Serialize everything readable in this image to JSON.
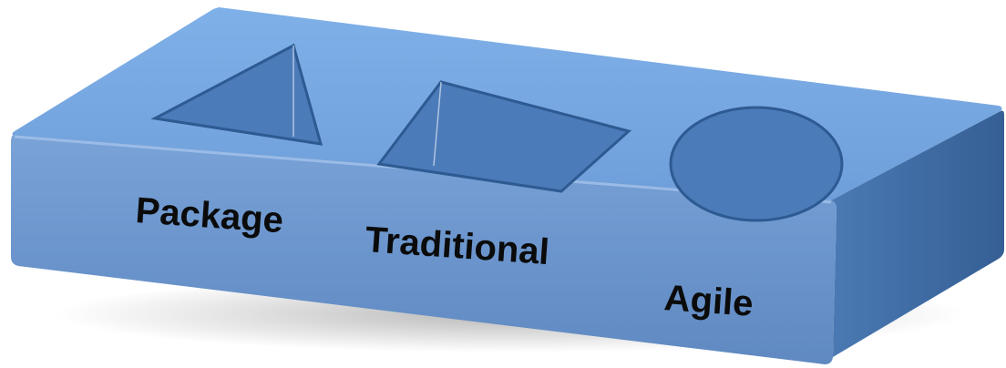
{
  "diagram": {
    "labels": {
      "package": "Package",
      "traditional": "Traditional",
      "agile": "Agile"
    },
    "shapes": [
      "triangle-cutout",
      "parallelogram-cutout",
      "circle-cutout"
    ],
    "colors": {
      "top_face": "#77a5dd",
      "front_face": "#6e98cf",
      "right_face": "#3e6da6",
      "cutout_fill": "#4b7bb9",
      "cutout_stroke": "#2e5a92",
      "label_text": "#0b0b0b"
    }
  }
}
